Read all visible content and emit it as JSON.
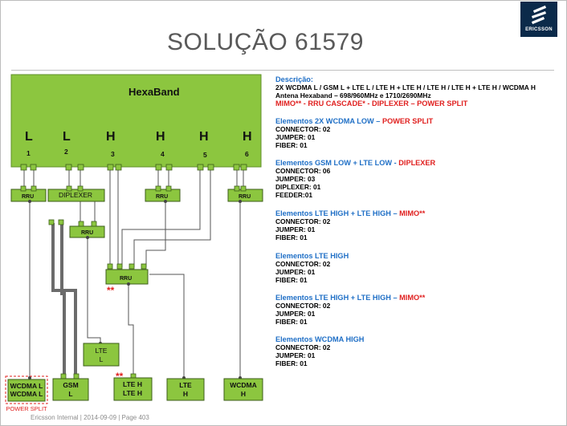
{
  "title": "SOLUÇÃO 61579",
  "logo_text": "ERICSSON",
  "footer": "Ericsson Internal  |  2014-09-09  |  Page 403",
  "antenna": {
    "name": "HexaBand",
    "bands": [
      "L",
      "L",
      "H",
      "H",
      "H",
      "H"
    ],
    "ports": [
      "1",
      "2",
      "3",
      "4",
      "5",
      "6"
    ]
  },
  "units": {
    "rru1": "RRU",
    "diplexer": "DIPLEXER",
    "rru4": "RRU",
    "rru6": "RRU",
    "rru_small": "RRU",
    "rru_cascade": "RRU",
    "cascade_marker": "**",
    "lte_h_marker": "**"
  },
  "sites": {
    "wcdma_l_line1": "WCDMA L",
    "wcdma_l_line2": "WCDMA L",
    "power_split": "POWER SPLIT",
    "gsm_line1": "GSM",
    "gsm_line2": "L",
    "lte_l_line1": "LTE",
    "lte_l_line2": "L",
    "lte_hh_line1": "LTE H",
    "lte_hh_line2": "LTE H",
    "lte_h_line1": "LTE",
    "lte_h_line2": "H",
    "wcdma_h_line1": "WCDMA",
    "wcdma_h_line2": "H"
  },
  "description": {
    "label": "Descrição:",
    "line1": "2X WCDMA L / GSM L + LTE L / LTE H + LTE H / LTE H / LTE H + LTE H / WCDMA H",
    "line2": "Antena Hexaband – 698/960MHz  e  1710/2690MHz",
    "line3": "MIMO** - RRU CASCADE* - DIPLEXER – POWER SPLIT"
  },
  "sections": [
    {
      "title": "Elementos 2X WCDMA LOW",
      "suffix": "POWER SPLIT",
      "items": [
        "CONNECTOR: 02",
        "JUMPER: 01",
        "FIBER: 01"
      ]
    },
    {
      "title": "Elementos GSM LOW + LTE LOW",
      "suffix": "DIPLEXER",
      "items": [
        "CONNECTOR: 06",
        "JUMPER: 03",
        "DIPLEXER: 01",
        "FEEDER:01"
      ]
    },
    {
      "title": "Elementos LTE HIGH + LTE HIGH",
      "suffix": "MIMO**",
      "items": [
        "CONNECTOR: 02",
        "JUMPER: 01",
        "FIBER: 01"
      ]
    },
    {
      "title": "Elementos LTE HIGH",
      "suffix": "",
      "items": [
        "CONNECTOR: 02",
        "JUMPER: 01",
        "FIBER: 01"
      ]
    },
    {
      "title": "Elementos LTE HIGH + LTE HIGH",
      "suffix": "MIMO**",
      "items": [
        "CONNECTOR: 02",
        "JUMPER: 01",
        "FIBER: 01"
      ]
    },
    {
      "title": "Elementos WCDMA HIGH",
      "suffix": "",
      "items": [
        "CONNECTOR: 02",
        "JUMPER: 01",
        "FIBER: 01"
      ]
    }
  ],
  "colors": {
    "box_fill": "#8cc63f",
    "box_stroke": "#5f8f2a",
    "title_gray": "#595959",
    "heading_blue": "#1f6fc6",
    "alert_red": "#e0201f",
    "logo_navy": "#0b2a4a"
  }
}
